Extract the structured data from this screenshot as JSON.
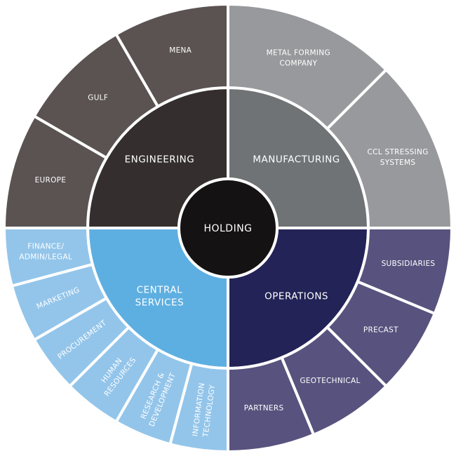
{
  "center": {
    "label": "HOLDING",
    "color": "#141213"
  },
  "divisions": [
    {
      "label": [
        "ENGINEERING"
      ],
      "color": "#342f2e",
      "outer_color": "#5a5352",
      "children": [
        [
          "EUROPE"
        ],
        [
          "GULF"
        ],
        [
          "MENA"
        ]
      ]
    },
    {
      "label": [
        "MANUFACTURING"
      ],
      "color": "#6f7376",
      "outer_color": "#98999c",
      "children": [
        [
          "METAL FORMING",
          "COMPANY"
        ],
        [
          "CCL STRESSING",
          "SYSTEMS"
        ]
      ]
    },
    {
      "label": [
        "OPERATIONS"
      ],
      "color": "#232357",
      "outer_color": "#58527e",
      "children": [
        [
          "SUBSIDIARIES"
        ],
        [
          "PRECAST"
        ],
        [
          "GEOTECHNICAL"
        ],
        [
          "PARTNERS"
        ]
      ]
    },
    {
      "label": [
        "CENTRAL",
        "SERVICES"
      ],
      "color": "#5eafe1",
      "outer_color": "#93c5ea",
      "children": [
        [
          "INFORMATION",
          "TECHNOLOGY"
        ],
        [
          "RESEARCH &",
          "DEVELOPMENT"
        ],
        [
          "HUMAN",
          "RESOURCES"
        ],
        [
          "PROCUREMENT"
        ],
        [
          "MARKETING"
        ],
        [
          "FINANCE/",
          "ADMIN/LEGAL"
        ]
      ]
    }
  ]
}
